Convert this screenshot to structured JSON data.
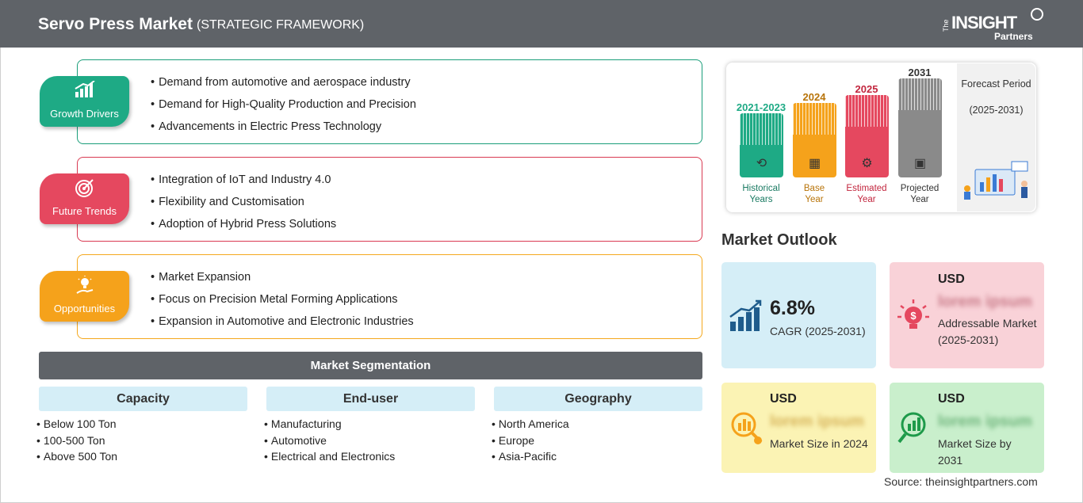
{
  "header": {
    "title": "Servo Press Market",
    "subtitle": "(STRATEGIC FRAMEWORK)",
    "logo_the": "The",
    "logo_insight": "INSIGHT",
    "logo_partners": "Partners"
  },
  "framework": [
    {
      "tag": "Growth Drivers",
      "icon": "growth-chart-icon",
      "color": "#1eaa85",
      "items": [
        "Demand from automotive and aerospace industry",
        "Demand for High-Quality Production and Precision",
        "Advancements in Electric Press Technology"
      ]
    },
    {
      "tag": "Future Trends",
      "icon": "target-icon",
      "color": "#e5485f",
      "items": [
        "Integration of IoT and Industry 4.0",
        "Flexibility and Customisation",
        "Adoption of Hybrid Press Solutions"
      ]
    },
    {
      "tag": "Opportunities",
      "icon": "lightbulb-hand-icon",
      "color": "#f5a21b",
      "items": [
        "Market Expansion",
        "Focus on Precision Metal Forming Applications",
        "Expansion in Automotive and Electronic Industries"
      ]
    }
  ],
  "segmentation": {
    "title": "Market Segmentation",
    "columns": [
      {
        "heading": "Capacity",
        "items": [
          "Below 100 Ton",
          "100-500 Ton",
          "Above 500 Ton"
        ]
      },
      {
        "heading": "End-user",
        "items": [
          "Manufacturing",
          "Automotive",
          "Electrical and Electronics"
        ]
      },
      {
        "heading": "Geography",
        "items": [
          "North America",
          "Europe",
          "Asia-Pacific"
        ]
      }
    ]
  },
  "timeline": {
    "bars": [
      {
        "year": "2021-2023",
        "label_line1": "Historical",
        "label_line2": "Years",
        "color": "#1eaa85",
        "icon": "history-icon"
      },
      {
        "year": "2024",
        "label_line1": "Base",
        "label_line2": "Year",
        "color": "#f5a21b",
        "icon": "calendar-icon"
      },
      {
        "year": "2025",
        "label_line1": "Estimated",
        "label_line2": "Year",
        "color": "#e5485f",
        "icon": "gears-icon"
      },
      {
        "year": "2031",
        "label_line1": "Projected",
        "label_line2": "Year",
        "color": "#8a8a8a",
        "icon": "presentation-icon"
      }
    ],
    "forecast_title": "Forecast Period",
    "forecast_range": "(2025-2031)"
  },
  "outlook": {
    "title": "Market Outlook",
    "cagr_value": "6.8%",
    "cagr_label": "CAGR (2025-2031)",
    "addressable_usd": "USD",
    "addressable_value": "lorem ipsum",
    "addressable_label": "Addressable Market (2025-2031)",
    "size2024_usd": "USD",
    "size2024_value": "lorem ipsum",
    "size2024_label": "Market Size in 2024",
    "size2031_usd": "USD",
    "size2031_value": "lorem ipsum",
    "size2031_label": "Market Size by 2031"
  },
  "source": "Source: theinsightpartners.com"
}
